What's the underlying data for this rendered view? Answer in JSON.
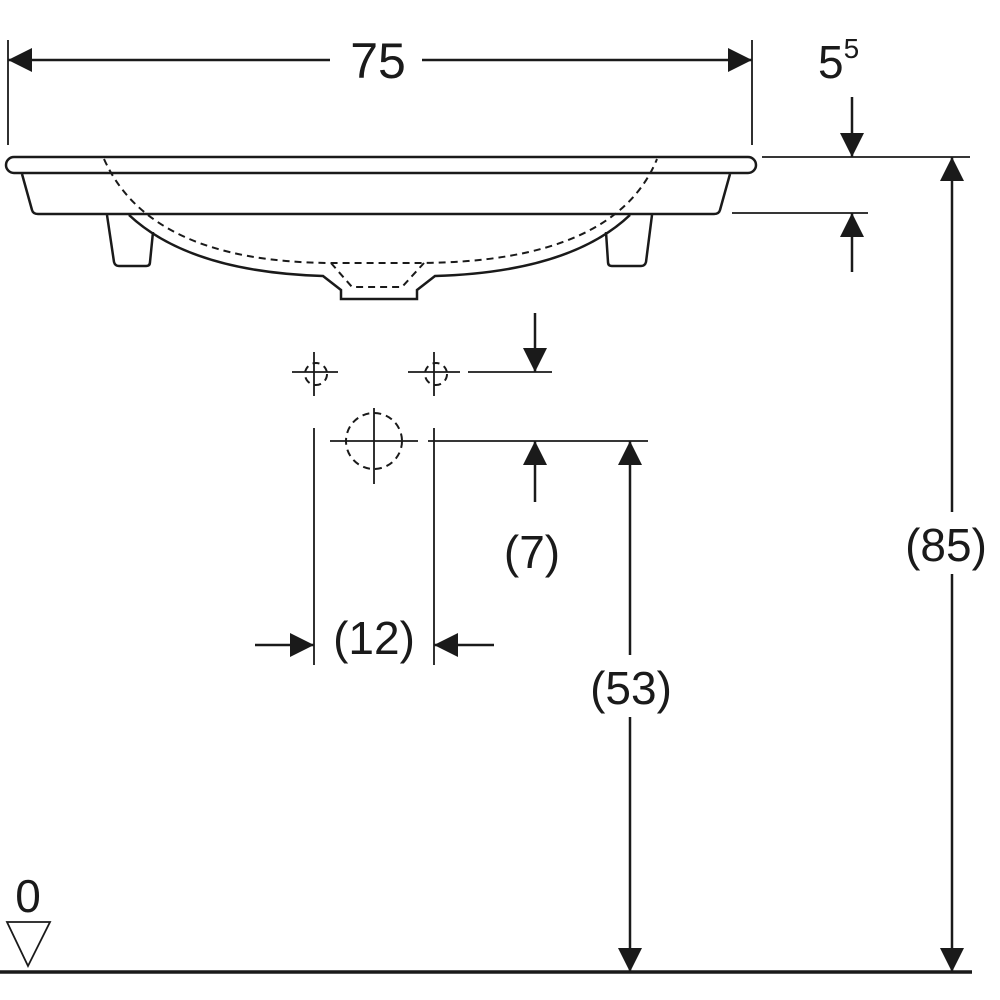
{
  "drawing": {
    "width_label": "75",
    "rim_label_base": "5",
    "rim_label_sup": "5",
    "tap_offset_label": "(7)",
    "tap_spacing_label": "(12)",
    "drain_height_label": "(53)",
    "total_height_label": "(85)",
    "floor_label": "0"
  },
  "colors": {
    "line": "#1a1a1a",
    "background": "#ffffff"
  }
}
